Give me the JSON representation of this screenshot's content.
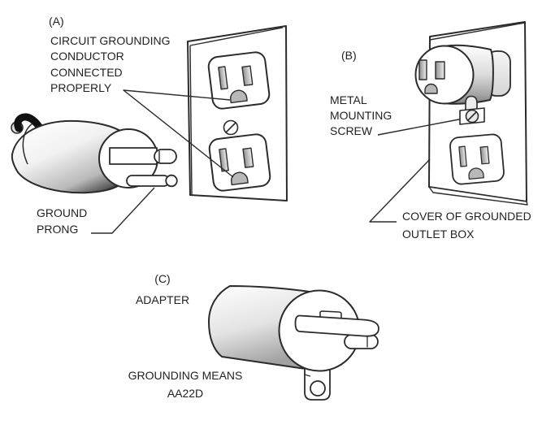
{
  "figure": {
    "background": "#ffffff",
    "ink": "#2b2b2b",
    "text_color": "#231f20",
    "panel_a": {
      "label": "(A)",
      "callout_conductor": "CIRCUIT GROUNDING\nCONDUCTOR\nCONNECTED\nPROPERLY",
      "callout_ground_prong": "GROUND\nPRONG"
    },
    "panel_b": {
      "label": "(B)",
      "callout_mounting_screw": "METAL\nMOUNTING\nSCREW",
      "callout_cover": "COVER OF GROUNDED\nOUTLET BOX"
    },
    "panel_c": {
      "label": "(C)",
      "callout_adapter": "ADAPTER",
      "callout_grounding_means": "GROUNDING MEANS\nAA22D"
    }
  }
}
